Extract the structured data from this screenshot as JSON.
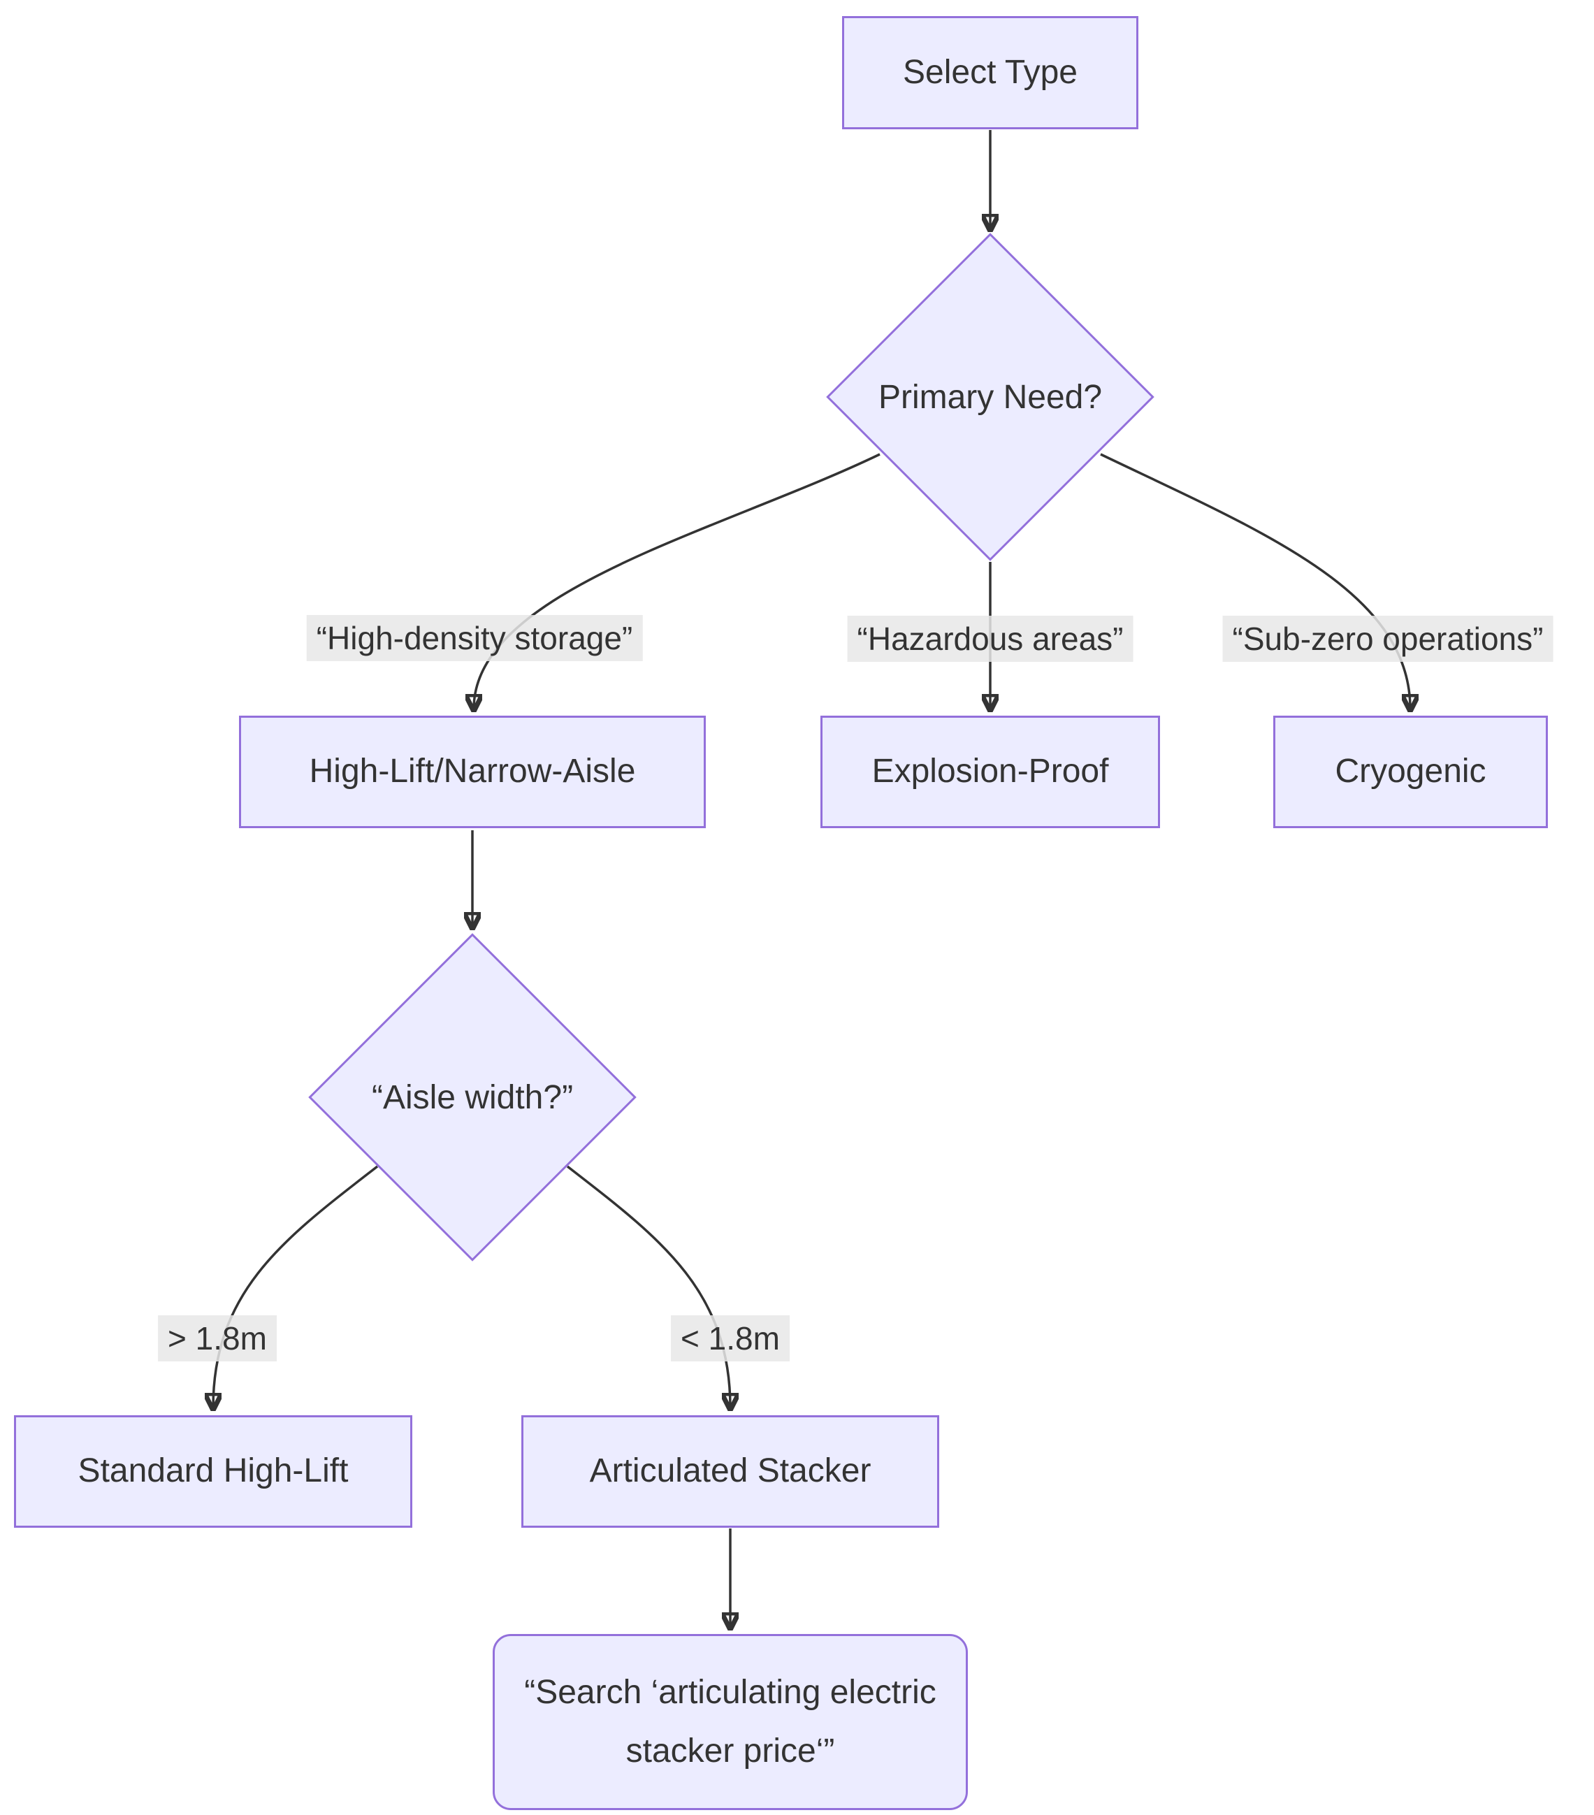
{
  "colors": {
    "background": "#ffffff",
    "node_fill": "#ECECFF",
    "node_border": "#9370DB",
    "edge": "#333333",
    "text": "#333333",
    "edge_label_bg": "#e8e8e8"
  },
  "nodes": {
    "select_type": "Select Type",
    "primary_need": "Primary Need?",
    "high_lift_narrow_aisle": "High-Lift/Narrow-Aisle",
    "explosion_proof": "Explosion-Proof",
    "cryogenic": "Cryogenic",
    "aisle_width": "“Aisle width?”",
    "standard_high_lift": "Standard High-Lift",
    "articulated_stacker": "Articulated Stacker",
    "search_action": "“Search ‘articulating electric stacker price‘”"
  },
  "edge_labels": {
    "high_density": "“High-density storage”",
    "hazardous": "“Hazardous areas”",
    "sub_zero": "“Sub-zero operations”",
    "gt_18m": "> 1.8m",
    "lt_18m": "< 1.8m"
  }
}
